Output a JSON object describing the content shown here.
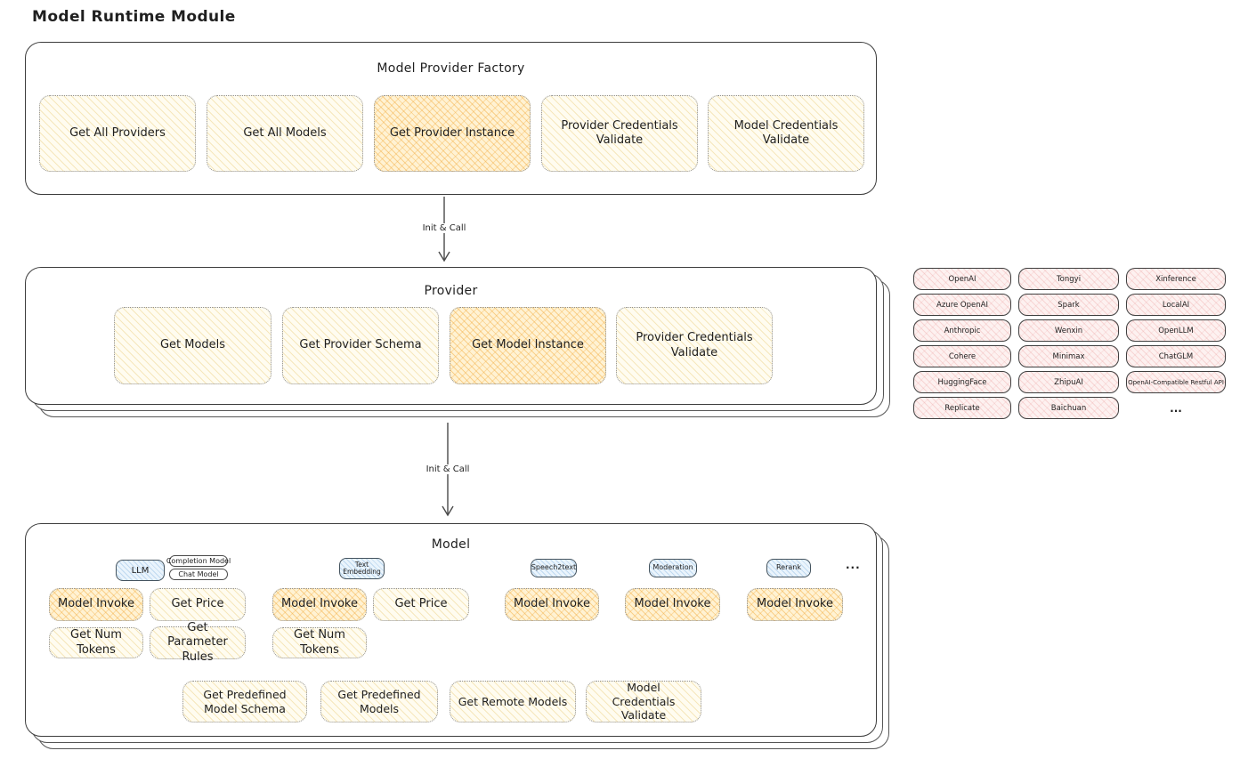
{
  "title": "Model Runtime Module",
  "colors": {
    "stroke": "#3c3c3c",
    "accent_yellow": "#fffcf0",
    "accent_orange": "#ffedc2",
    "accent_blue": "#eaf4fc",
    "accent_pink": "#fdf1f0"
  },
  "arrow1": {
    "label": "Init & Call"
  },
  "arrow2": {
    "label": "Init & Call"
  },
  "factory": {
    "title": "Model Provider Factory",
    "buttons": [
      {
        "label": "Get All Providers",
        "highlighted": false
      },
      {
        "label": "Get All Models",
        "highlighted": false
      },
      {
        "label": "Get Provider Instance",
        "highlighted": true
      },
      {
        "label": "Provider Credentials Validate",
        "highlighted": false
      },
      {
        "label": "Model Credentials Validate",
        "highlighted": false
      }
    ]
  },
  "provider": {
    "title": "Provider",
    "buttons": [
      {
        "label": "Get Models",
        "highlighted": false
      },
      {
        "label": "Get Provider Schema",
        "highlighted": false
      },
      {
        "label": "Get Model Instance",
        "highlighted": true
      },
      {
        "label": "Provider Credentials Validate",
        "highlighted": false
      }
    ]
  },
  "providers_grid": {
    "items": [
      "OpenAI",
      "Tongyi",
      "Xinference",
      "Azure OpenAI",
      "Spark",
      "LocalAI",
      "Anthropic",
      "Wenxin",
      "OpenLLM",
      "Cohere",
      "Minimax",
      "ChatGLM",
      "HuggingFace",
      "ZhipuAI",
      "OpenAI-Compatible Restful API",
      "Replicate",
      "Baichuan",
      "..."
    ]
  },
  "model": {
    "title": "Model",
    "tags": {
      "llm": "LLM",
      "completion": "Completion Model",
      "chat": "Chat Model",
      "embedding": "Text Embedding",
      "speech": "Speech2text",
      "moderation": "Moderation",
      "rerank": "Rerank",
      "more": "..."
    },
    "row1": [
      {
        "label": "Model Invoke",
        "highlighted": true
      },
      {
        "label": "Get Price",
        "highlighted": false
      },
      {
        "label": "Model Invoke",
        "highlighted": true
      },
      {
        "label": "Get Price",
        "highlighted": false
      },
      {
        "label": "Model Invoke",
        "highlighted": true
      },
      {
        "label": "Model Invoke",
        "highlighted": true
      },
      {
        "label": "Model Invoke",
        "highlighted": true
      }
    ],
    "row2": [
      {
        "label": "Get Num Tokens"
      },
      {
        "label": "Get Parameter Rules"
      },
      {
        "label": "Get Num Tokens"
      }
    ],
    "row3": [
      {
        "label": "Get Predefined Model Schema"
      },
      {
        "label": "Get Predefined Models"
      },
      {
        "label": "Get Remote Models"
      },
      {
        "label": "Model Credentials Validate"
      }
    ]
  }
}
